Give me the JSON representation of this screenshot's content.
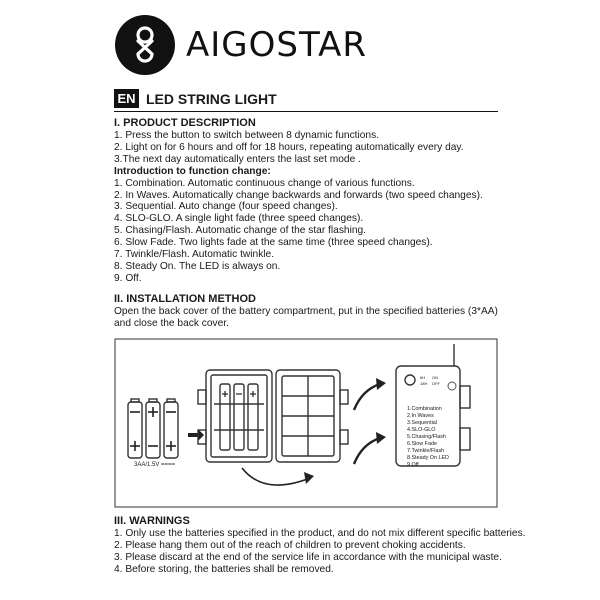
{
  "brand": {
    "name": "AIGOSTAR",
    "logo": "aigostar-logo-mark"
  },
  "header": {
    "lang": "EN",
    "title": "LED STRING LIGHT"
  },
  "section1": {
    "heading": "I. PRODUCT DESCRIPTION",
    "lines": [
      "1. Press the button to switch between 8 dynamic functions.",
      "2. Light on for 6 hours and off for 18 hours, repeating automatically every day.",
      "3.The next day automatically enters the last set mode ."
    ],
    "subheading": "Introduction to function change:",
    "functions": [
      "1. Combination. Automatic continuous change of various functions.",
      "2. In Waves. Automatically change backwards and forwards (two speed changes).",
      "3. Sequential. Auto change (four speed changes).",
      "4. SLO-GLO. A single light fade (three speed changes).",
      "5. Chasing/Flash. Automatic change of the star flashing.",
      "6. Slow Fade. Two lights fade at the same time (three speed changes).",
      "7. Twinkle/Flash. Automatic twinkle.",
      "8. Steady On. The LED is always on.",
      "9. Off."
    ]
  },
  "section2": {
    "heading": "II. INSTALLATION METHOD",
    "lines": [
      "Open the back cover of the battery compartment, put in the specified batteries (3*AA)",
      "and close the back cover."
    ]
  },
  "diagram": {
    "battery_label": "3AA/1.5V ====",
    "timer_labels": [
      "6H",
      "ON",
      "18H",
      "OFF"
    ],
    "mode_list": [
      "1.Combination",
      "2.In Waves",
      "3.Sequential",
      "4.SLO-GLO",
      "5.Chasing/Flash",
      "6.Slow Fade",
      "7.Twinkle/Flash",
      "8.Steady On LED",
      "9.Off"
    ]
  },
  "section3": {
    "heading": "III. WARNINGS",
    "lines": [
      "1. Only use the batteries specified in the product, and do not mix different specific batteries.",
      "2. Please hang them out of the reach of children to prevent choking accidents.",
      "3. Please discard at the end of the service life in accordance with the municipal waste.",
      "4. Before storing, the batteries shall be removed."
    ]
  }
}
